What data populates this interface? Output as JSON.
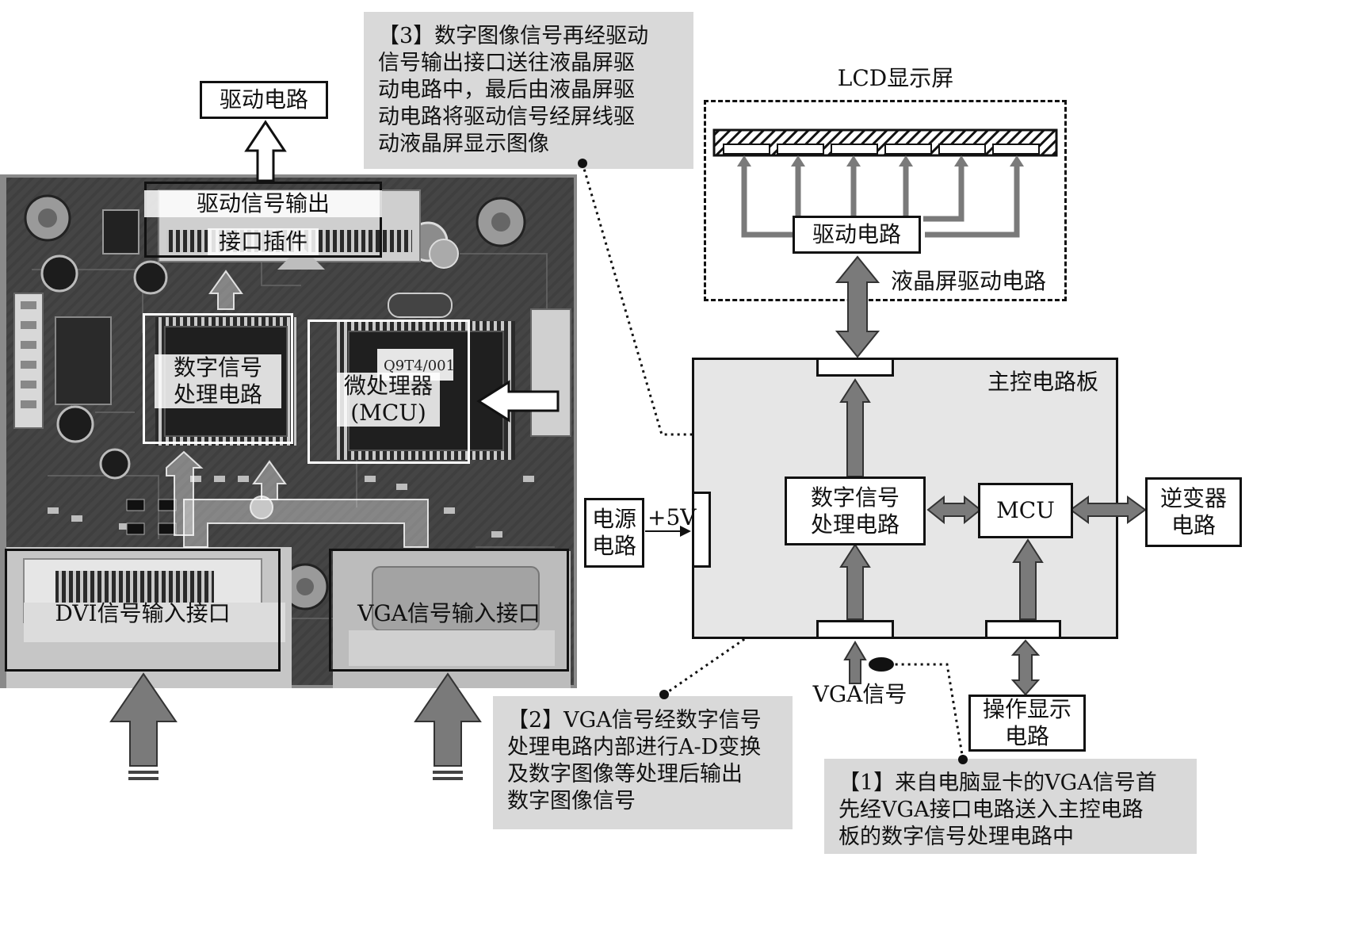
{
  "photo": {
    "drive_circuit": "驱动电路",
    "drive_output_line1": "驱动信号输出",
    "drive_output_line2": "接口插件",
    "dsp_chip": "数字信号\n处理电路",
    "mcu_chip": "微处理器\n(MCU)",
    "dvi_port": "DVI信号输入接口",
    "vga_port": "VGA信号输入接口",
    "chip_marking": "Q9T4/001"
  },
  "block": {
    "lcd_title": "LCD显示屏",
    "lcd_drive_box": "驱动电路",
    "lcd_drive_group": "液晶屏驱动电路",
    "main_board": "主控电路板",
    "dsp": "数字信号\n处理电路",
    "mcu": "MCU",
    "inverter": "逆变器\n电路",
    "power": "电源\n电路",
    "plus5v": "+5V",
    "vga_signal": "VGA信号",
    "op_display": "操作显示\n电路"
  },
  "callouts": {
    "c1": "【1】来自电脑显卡的VGA信号首\n先经VGA接口电路送入主控电路\n板的数字信号处理电路中",
    "c2": "【2】VGA信号经数字信号\n处理电路内部进行A-D变换\n及数字图像等处理后输出\n数字图像信号",
    "c3": "【3】数字图像信号再经驱动\n信号输出接口送往液晶屏驱\n动电路中，最后由液晶屏驱\n动电路将驱动信号经屏线驱\n动液晶屏显示图像"
  },
  "colors": {
    "arrow_gray": "#7a7a7a",
    "callout_bg": "#d9d9d9",
    "board_bg": "#e6e6e6",
    "photo_bg": "#3b3b3b"
  }
}
